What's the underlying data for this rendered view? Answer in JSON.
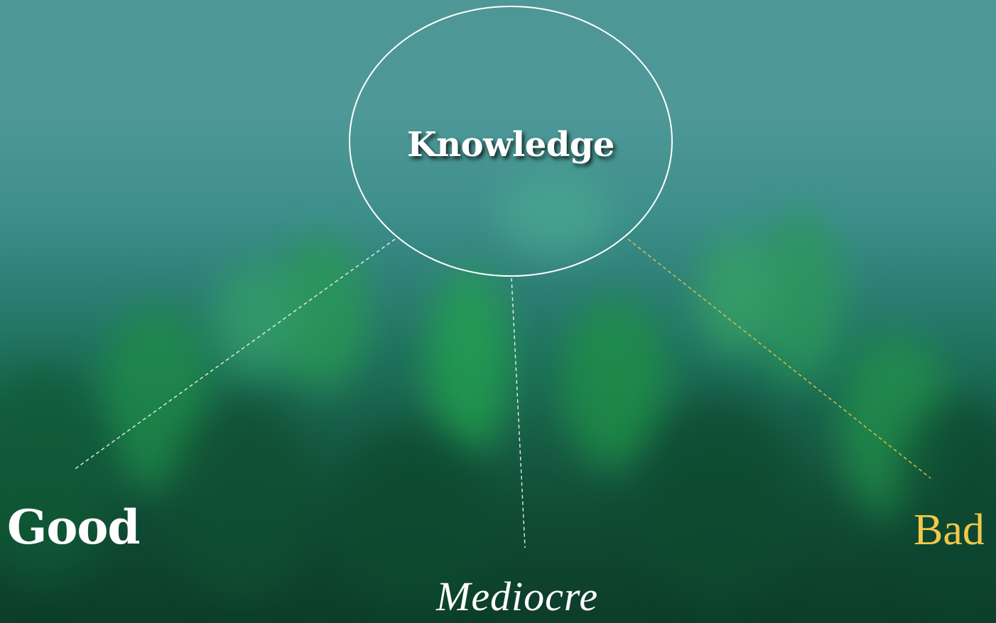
{
  "diagram": {
    "center": {
      "label": "Knowledge"
    },
    "branches": [
      {
        "id": "good",
        "label": "Good",
        "color": "#ffffff"
      },
      {
        "id": "mediocre",
        "label": "Mediocre",
        "color": "#ffffff"
      },
      {
        "id": "bad",
        "label": "Bad",
        "color": "#f0c84a"
      }
    ],
    "connector_colors": {
      "good": "#e8f0ea",
      "mediocre": "#e8f0ea",
      "bad": "#e3c14a"
    }
  }
}
